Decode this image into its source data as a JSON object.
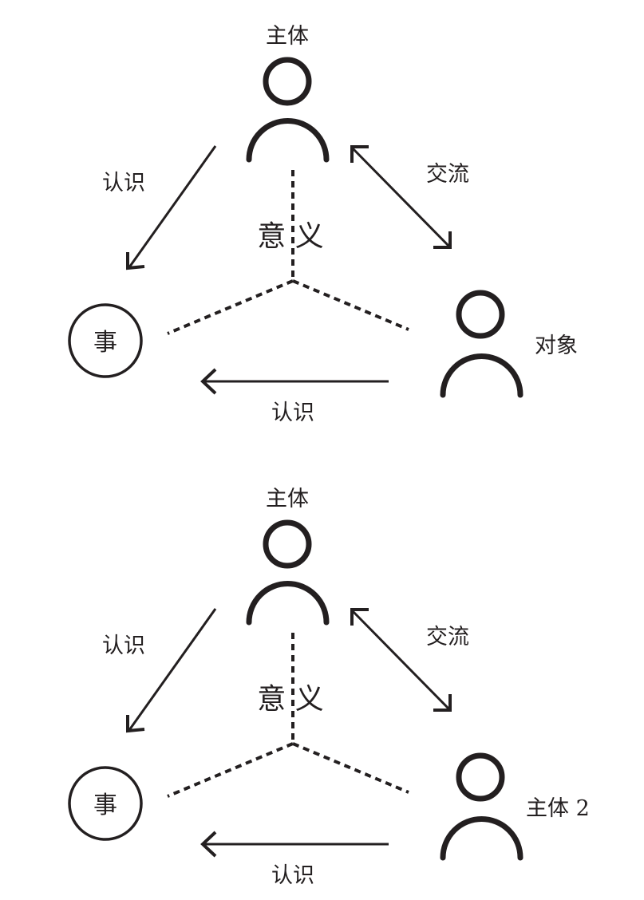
{
  "colors": {
    "ink": "#231f20",
    "background": "#ffffff"
  },
  "diagrams": [
    {
      "subject_label": "主体",
      "meaning_label": "意 义",
      "thing_label": "事",
      "other_label": "对象",
      "recognize_left_label": "认识",
      "communicate_label": "交流",
      "recognize_bottom_label": "认识"
    },
    {
      "subject_label": "主体",
      "meaning_label": "意 义",
      "thing_label": "事",
      "other_label": "主体 2",
      "recognize_left_label": "认识",
      "communicate_label": "交流",
      "recognize_bottom_label": "认识"
    }
  ]
}
